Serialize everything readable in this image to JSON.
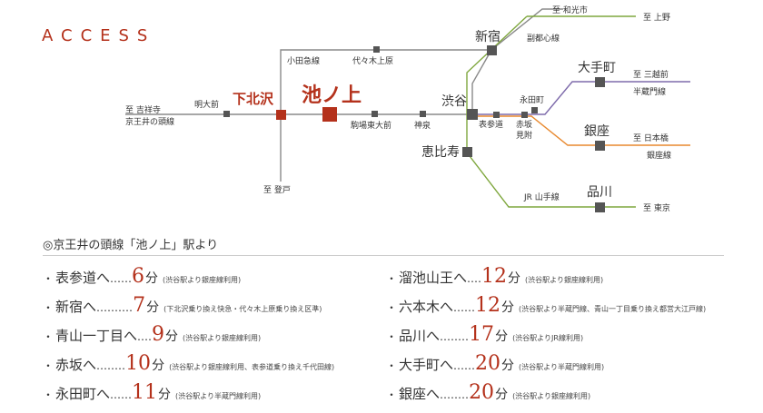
{
  "title": "ACCESS",
  "colors": {
    "accent": "#b4311b",
    "line_gray": "#8a8a8a",
    "ginza": "#e8892f",
    "hanzomon": "#7e6bab",
    "yamanote": "#7fa73e",
    "station": "#555555"
  },
  "map": {
    "lines": {
      "inokashira": "京王井の頭線",
      "odakyu": "小田急線",
      "fukutoshin": "副都心線",
      "hanzomon": "半蔵門線",
      "ginza": "銀座線",
      "yamanote": "JR 山手線"
    },
    "stations": {
      "ikenoue": "池ノ上",
      "shimokitazawa": "下北沢",
      "meidaimae": "明大前",
      "komaba": "駒場東大前",
      "shinsen": "神泉",
      "shibuya": "渋谷",
      "shinjuku": "新宿",
      "yoyogiuehara": "代々木上原",
      "omotesando": "表参道",
      "nagatacho": "永田町",
      "akasaka": "赤坂\n見附",
      "otemachi": "大手町",
      "ginza": "銀座",
      "ebisu": "恵比寿",
      "shinagawa": "品川"
    },
    "termini": {
      "kichijoji": "至 吉祥寺",
      "noborito": "至 登戸",
      "wakoshi": "至 和光市",
      "ueno": "至 上野",
      "mitsukoshimae": "至 三越前",
      "nihonbashi": "至 日本橋",
      "tokyo": "至 東京"
    }
  },
  "section_title": "◎京王井の頭線「池ノ上」駅より",
  "times": [
    {
      "dest": "表参道へ",
      "leader": "‥‥‥",
      "minutes": "6",
      "unit": "分",
      "note": "(渋谷駅より銀座線利用)"
    },
    {
      "dest": "新宿へ",
      "leader": "‥‥‥‥‥",
      "minutes": "7",
      "unit": "分",
      "note": "(下北沢乗り換え快急・代々木上原乗り換え区準)"
    },
    {
      "dest": "青山一丁目へ",
      "leader": "‥‥",
      "minutes": "9",
      "unit": "分",
      "note": "(渋谷駅より銀座線利用)"
    },
    {
      "dest": "赤坂へ",
      "leader": "‥‥‥‥",
      "minutes": "10",
      "unit": "分",
      "note": "(渋谷駅より銀座線利用、表参道乗り換え千代田線)"
    },
    {
      "dest": "永田町へ",
      "leader": "‥‥‥",
      "minutes": "11",
      "unit": "分",
      "note": "(渋谷駅より半蔵門線利用)"
    },
    {
      "dest": "溜池山王へ",
      "leader": "‥‥",
      "minutes": "12",
      "unit": "分",
      "note": "(渋谷駅より銀座線利用)"
    },
    {
      "dest": "六本木へ",
      "leader": "‥‥‥",
      "minutes": "12",
      "unit": "分",
      "note": "(渋谷駅より半蔵門線、青山一丁目乗り換え都営大江戸線)"
    },
    {
      "dest": "品川へ",
      "leader": "‥‥‥‥",
      "minutes": "17",
      "unit": "分",
      "note": "(渋谷駅よりJR線利用)"
    },
    {
      "dest": "大手町へ",
      "leader": "‥‥‥",
      "minutes": "20",
      "unit": "分",
      "note": "(渋谷駅より半蔵門線利用)"
    },
    {
      "dest": "銀座へ",
      "leader": "‥‥‥‥",
      "minutes": "20",
      "unit": "分",
      "note": "(渋谷駅より銀座線利用)"
    }
  ]
}
